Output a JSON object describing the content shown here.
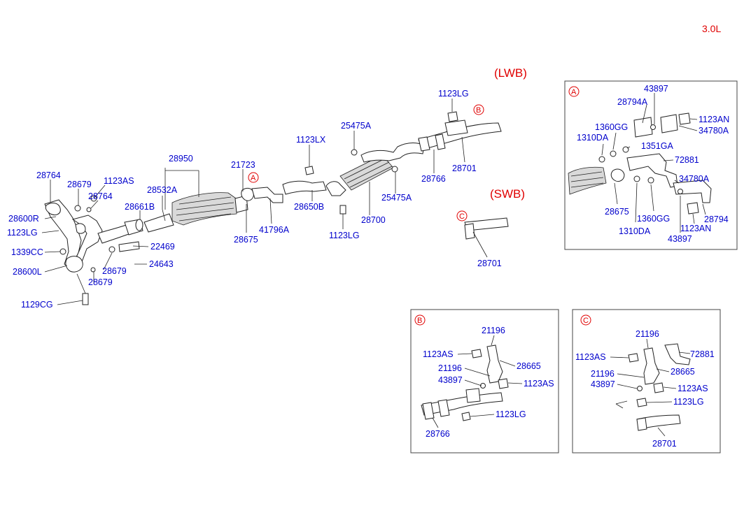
{
  "engine": "3.0L",
  "variants": {
    "lwb": "(LWB)",
    "swb": "(SWB)"
  },
  "callouts": {
    "a": "A",
    "b": "B",
    "c": "C"
  },
  "parts": {
    "p28764_a": "28764",
    "p28679_a": "28679",
    "p1123AS_a": "1123AS",
    "p28764_b": "28764",
    "p28600R": "28600R",
    "p1123LG_a": "1123LG",
    "p1339CC": "1339CC",
    "p28600L": "28600L",
    "p28679_b": "28679",
    "p28679_c": "28679",
    "p1129CG": "1129CG",
    "p28661B": "28661B",
    "p22469": "22469",
    "p24643": "24643",
    "p28950": "28950",
    "p28532A": "28532A",
    "p21723": "21723",
    "p28675_a": "28675",
    "p41796A": "41796A",
    "p1123LX": "1123LX",
    "p28650B": "28650B",
    "p25475A_a": "25475A",
    "p25475A_b": "25475A",
    "p28700": "28700",
    "p1123LG_b": "1123LG",
    "p1123LG_c": "1123LG",
    "p28766_a": "28766",
    "p28701_a": "28701",
    "p28701_b": "28701"
  },
  "panel_a": {
    "p43897_a": "43897",
    "p28794A": "28794A",
    "p1123AN_a": "1123AN",
    "p34780A_a": "34780A",
    "p1360GG_a": "1360GG",
    "p1310DA_a": "1310DA",
    "p1351GA": "1351GA",
    "p72881": "72881",
    "p34780A_b": "34780A",
    "p28675": "28675",
    "p1360GG_b": "1360GG",
    "p28794": "28794",
    "p1123AN_b": "1123AN",
    "p1310DA_b": "1310DA",
    "p43897_b": "43897"
  },
  "panel_b": {
    "p21196_a": "21196",
    "p1123AS_a": "1123AS",
    "p28665": "28665",
    "p21196_b": "21196",
    "p43897": "43897",
    "p1123AS_b": "1123AS",
    "p1123LG": "1123LG",
    "p28766": "28766"
  },
  "panel_c": {
    "p21196_a": "21196",
    "p1123AS_a": "1123AS",
    "p72881": "72881",
    "p28665": "28665",
    "p21196_b": "21196",
    "p43897": "43897",
    "p1123AS_b": "1123AS",
    "p1123LG": "1123LG",
    "p28701": "28701"
  }
}
